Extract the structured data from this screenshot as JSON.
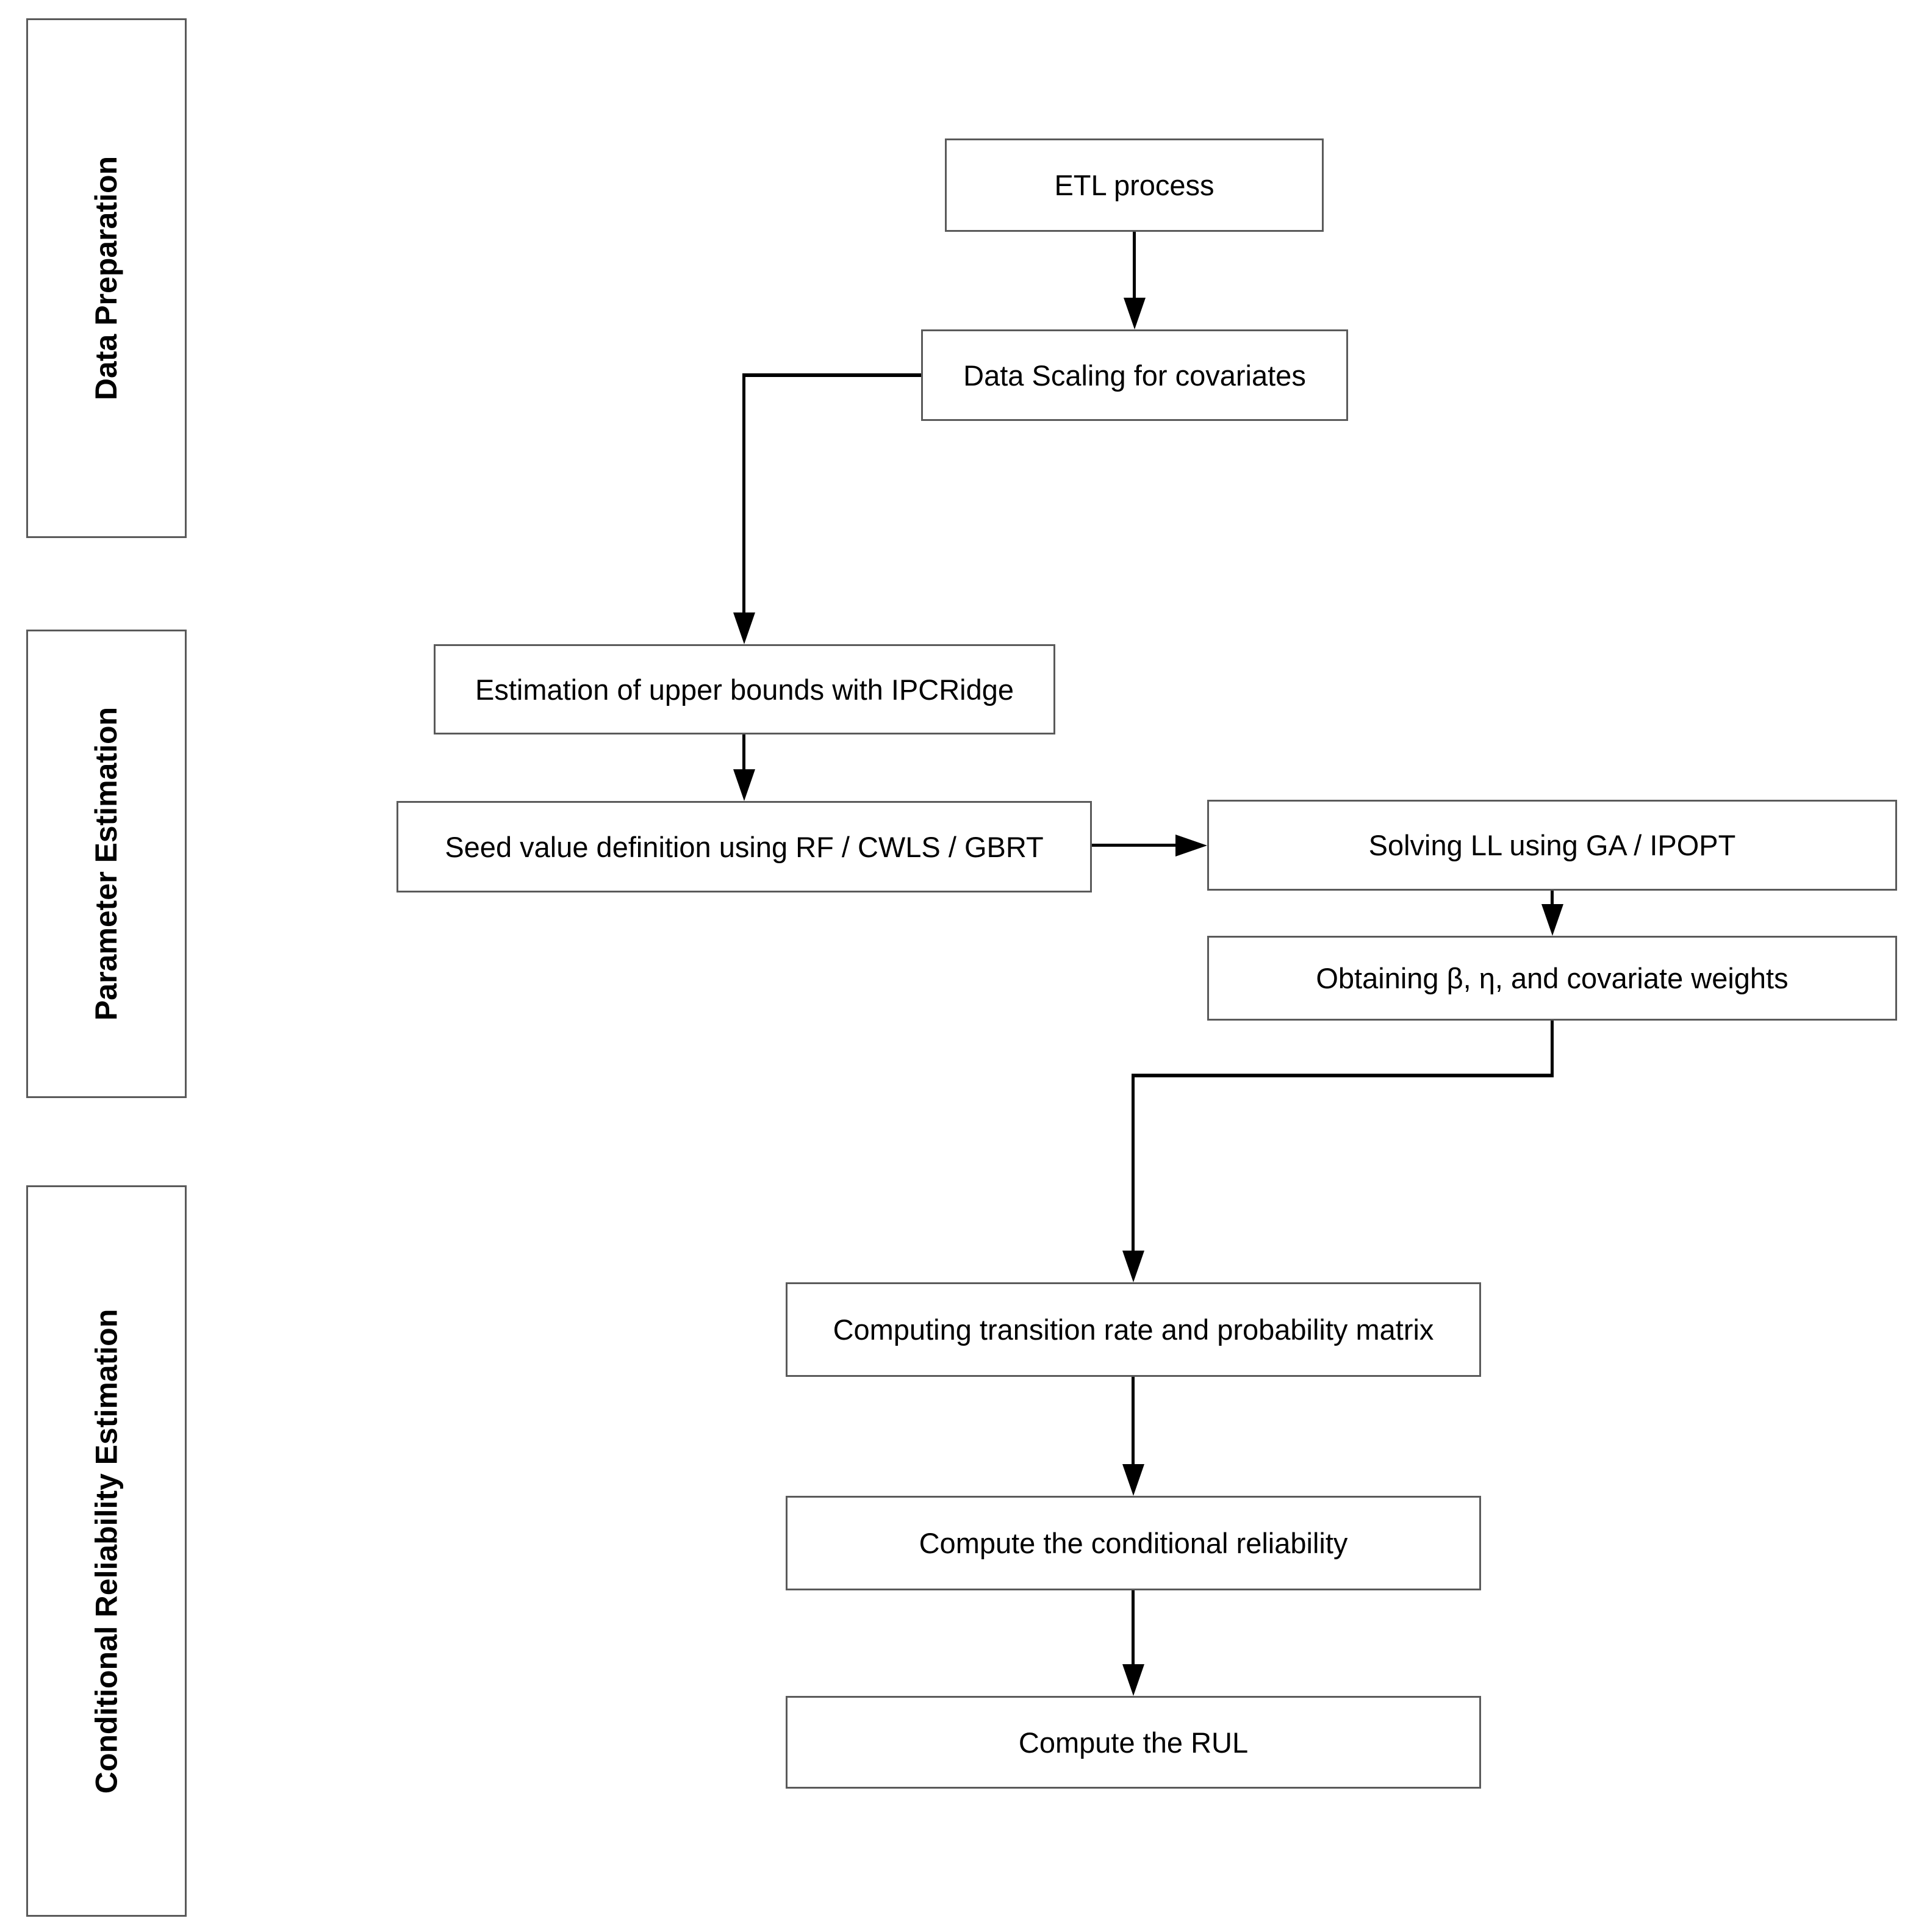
{
  "diagram": {
    "sections": [
      {
        "label": "Data Preparation"
      },
      {
        "label": "Parameter Estimation"
      },
      {
        "label": "Conditional Reliability Estimation"
      }
    ],
    "steps": [
      {
        "label": "ETL process"
      },
      {
        "label": "Data Scaling for covariates"
      },
      {
        "label": "Estimation of upper bounds with IPCRidge"
      },
      {
        "label": "Seed value definition using RF / CWLS / GBRT"
      },
      {
        "label": "Solving LL using GA / IPOPT"
      },
      {
        "label": "Obtaining β, η, and covariate weights"
      },
      {
        "label": "Computing transition rate and probability matrix"
      },
      {
        "label": "Compute the conditional reliability"
      },
      {
        "label": "Compute the RUL"
      }
    ],
    "colors": {
      "background": "#ffffff",
      "box_border": "#5a5a5a",
      "connector": "#000000",
      "text": "#000000"
    }
  }
}
